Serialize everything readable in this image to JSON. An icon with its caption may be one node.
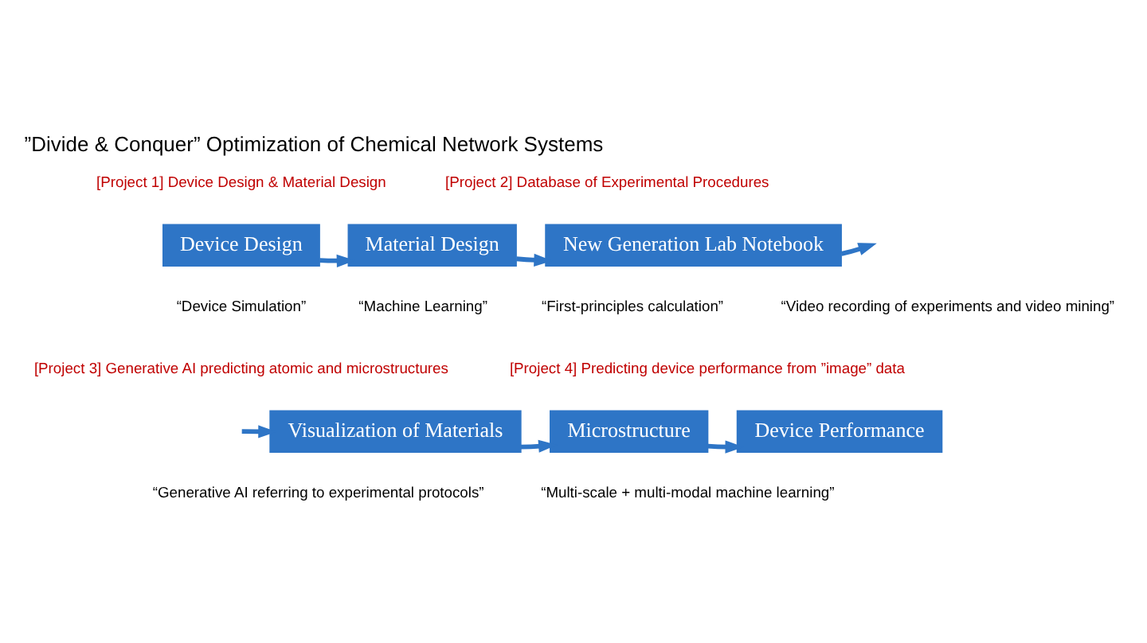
{
  "diagram": {
    "title": "”Divide & Conquer” Optimization of Chemical Network Systems",
    "nodes": [
      {
        "text": [
          "Device Design"
        ],
        "beside": [
          "“Device Simulation”"
        ]
      },
      {
        "text": [
          "Material Design"
        ],
        "beside": [
          "“Machine Learning”",
          "“First-principles calculation”"
        ]
      },
      {
        "text": [
          "New Generation Lab Notebook"
        ],
        "beside": [
          "“Video recording of experiments and video mining”"
        ]
      },
      {
        "text": [
          "Visualization of Materials"
        ],
        "beside": [
          "“Generative AI referring to experimental protocols”"
        ]
      },
      {
        "text": [
          "Microstructure"
        ]
      },
      {
        "text": [
          "Device Performance"
        ]
      }
    ],
    "edges": [
      {
        "from": 0,
        "to": 1,
        "arrow": "to"
      },
      {
        "from": 1,
        "to": 2,
        "arrow": "to"
      },
      {
        "from": 2,
        "to": null,
        "arrow": "to"
      },
      {
        "from": null,
        "to": 3,
        "arrow": "to"
      },
      {
        "from": 3,
        "to": 4,
        "arrow": "to"
      },
      {
        "from": 4,
        "to": 5,
        "arrow": "to"
      }
    ],
    "labels": [
      "[Project 1] Device Design & Material Design",
      "[Project 2] Database of Experimental Procedures",
      "[Project 3] Generative AI predicting atomic and microstructures",
      "[Project 4] Predicting device performance from ”image” data",
      "“Multi-scale + multi-modal machine learning”"
    ]
  }
}
